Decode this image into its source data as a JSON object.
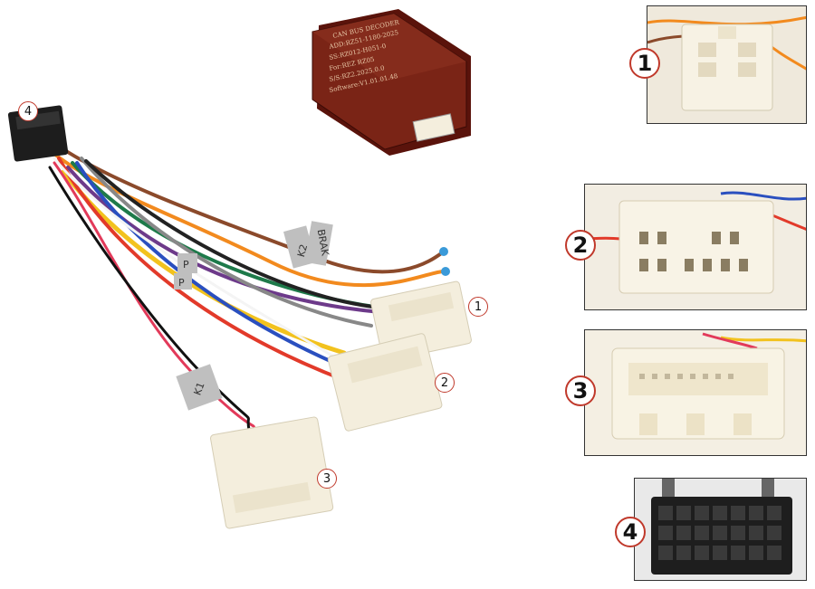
{
  "decoder": {
    "lines": [
      "CAN BUS DECODER",
      "ADD:RZ51-1180-2025",
      "SS:RZ012-H051-0",
      "For:REZ RZ05",
      "S/S:RZ2.2025.0.0",
      "Software:V1.01.01.48"
    ]
  },
  "harness_tags": {
    "k2": "K2",
    "brake": "BRAK",
    "k1": "K1",
    "p1": "P",
    "p2": "P"
  },
  "main_labels": {
    "c1": "1",
    "c2": "2",
    "c3": "3",
    "c4": "4"
  },
  "panels": [
    {
      "id": "p1",
      "label": "1"
    },
    {
      "id": "p2",
      "label": "2"
    },
    {
      "id": "p3",
      "label": "3"
    },
    {
      "id": "p4",
      "label": "4"
    }
  ],
  "colors": {
    "badge_border": "#c0392b",
    "connector": "#f4eedd",
    "decoder": "#6b1a10"
  }
}
